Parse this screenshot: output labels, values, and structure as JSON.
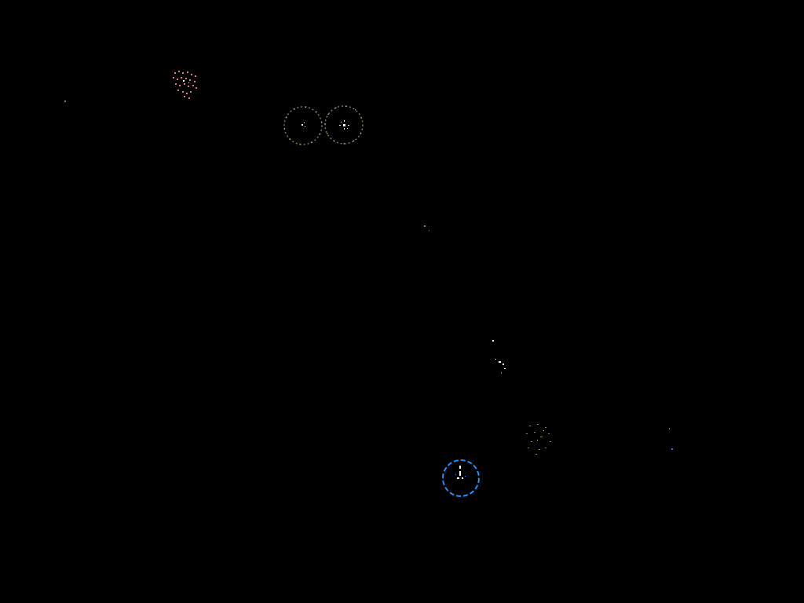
{
  "game": {
    "background_color": "#000000",
    "colors": {
      "asteroid": "#e07a7a",
      "ring": "#6f7a6a",
      "ring_accent": "#cfd86a",
      "player": "#1e90ff",
      "spark": "#ffffff",
      "dim": "#7c7c7c",
      "blue_dot": "#3b6bff"
    },
    "objects": [
      {
        "name": "asteroid-icon",
        "kind": "asteroid"
      },
      {
        "name": "ring-enemy-left-icon",
        "kind": "ring"
      },
      {
        "name": "ring-enemy-right-icon",
        "kind": "ring"
      },
      {
        "name": "player-ship-icon",
        "kind": "player"
      },
      {
        "name": "explosion-debris-icon",
        "kind": "debris"
      },
      {
        "name": "spark-icon",
        "kind": "spark"
      },
      {
        "name": "star-dot-icon",
        "kind": "star"
      }
    ]
  }
}
